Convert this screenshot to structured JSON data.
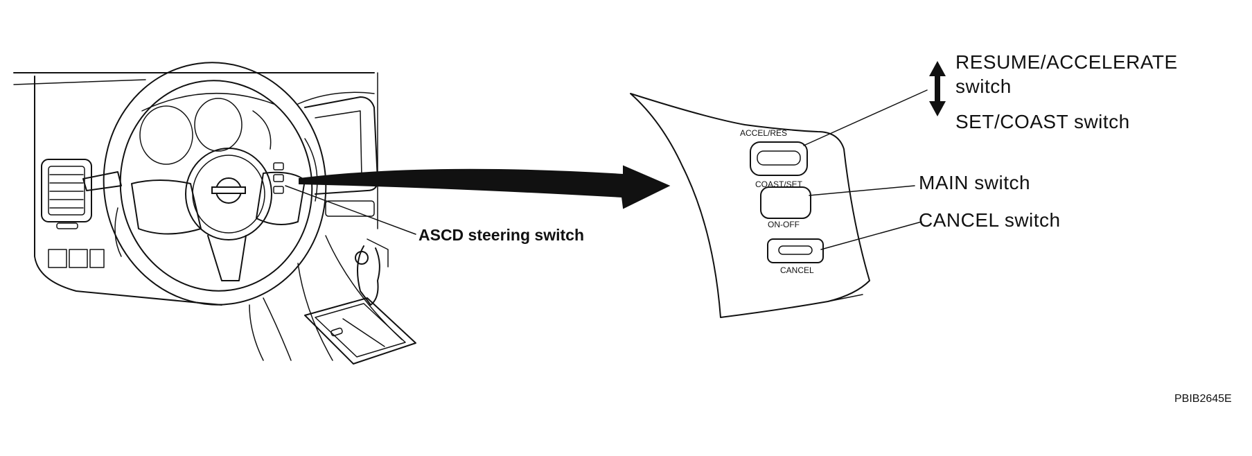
{
  "figure": {
    "labels": {
      "steering_switch": "ASCD steering switch",
      "resume_accelerate_line1": "RESUME/ACCELERATE",
      "resume_accelerate_line2": "switch",
      "set_coast": "SET/COAST switch",
      "main": "MAIN switch",
      "cancel": "CANCEL switch"
    },
    "button_text": {
      "accel_res": "ACCEL/RES",
      "coast_set": "COAST/SET",
      "on_off": "ON-OFF",
      "cancel": "CANCEL"
    },
    "figure_code": "PBIB2645E",
    "icons": [
      "double-arrow-up-down-icon",
      "big-arrow-icon"
    ]
  }
}
